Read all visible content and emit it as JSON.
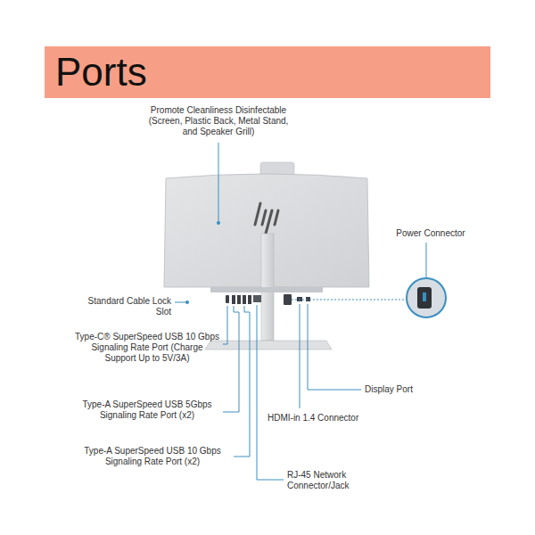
{
  "diagram": {
    "title": "Ports",
    "labels": [
      "Promote Cleanliness Disinfectable (Screen, Plastic Back, Metal Stand, and Speaker Grill)",
      "Power Connector",
      "Standard Cable Lock Slot",
      "Type-C® SuperSpeed USB 10 Gbps Signaling Rate Port (Charge Support Up to 5V/3A)",
      "Type-A SuperSpeed USB 5Gbps Signaling Rate Port (x2)",
      "Type-A SuperSpeed USB 10 Gbps Signaling Rate Port (x2)",
      "RJ-45 Network Connector/Jack",
      "HDMI-in 1.4 Connector",
      "Display Port"
    ]
  }
}
